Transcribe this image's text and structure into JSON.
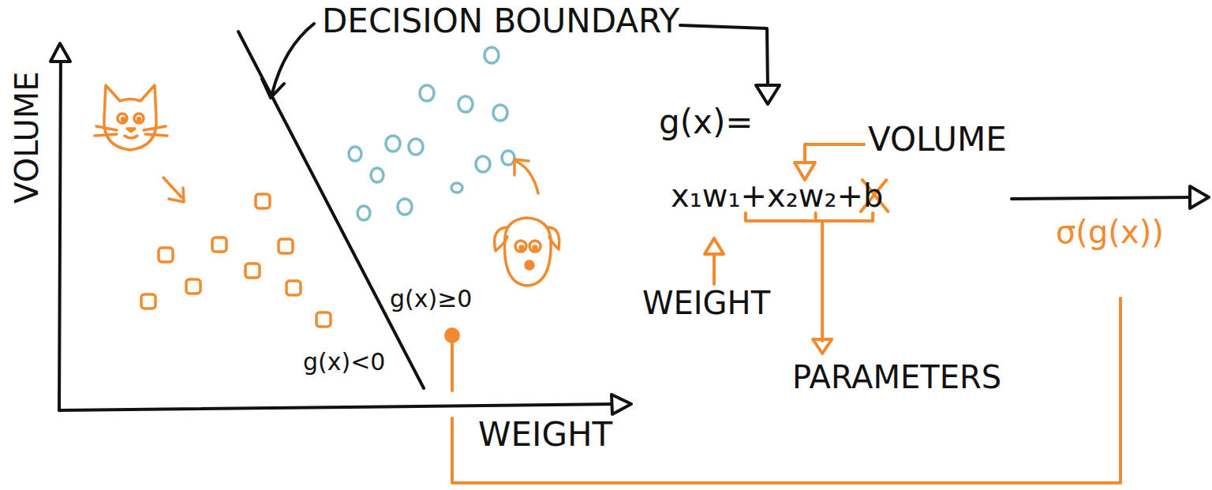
{
  "diagram": {
    "labels": [
      "DECISION BOUNDARY",
      "VOLUME",
      "WEIGHT",
      "g(x)≥0",
      "g(x)<0",
      "g(x)=",
      "x₁w₁+x₂w₂+b",
      "VOLUME",
      "WEIGHT",
      "PARAMETERS",
      "σ(g(x))"
    ]
  }
}
